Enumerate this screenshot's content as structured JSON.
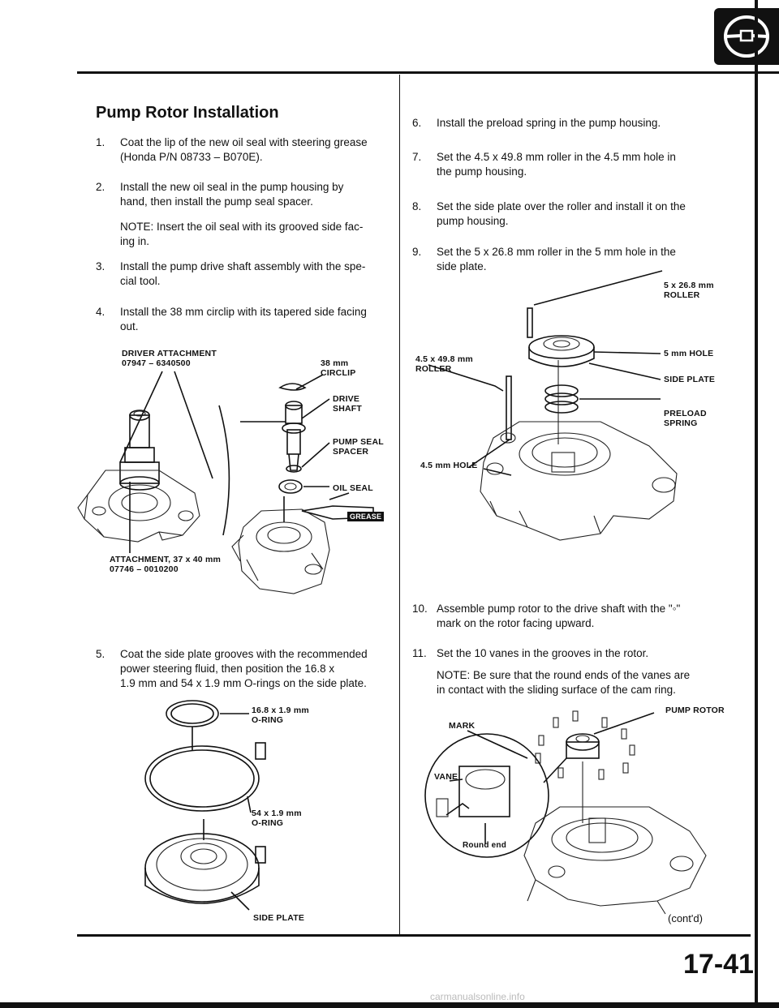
{
  "page": {
    "title": "Pump Rotor Installation",
    "page_number": "17-41",
    "continued": "(cont'd)",
    "footer": "carmanualsonline.info"
  },
  "steps_left": [
    {
      "num": "1.",
      "lines": [
        "Coat the lip of the new oil seal with steering grease",
        "(Honda P/N 08733 – B070E)."
      ]
    },
    {
      "num": "2.",
      "lines": [
        "Install the new oil seal in the pump housing by",
        "hand, then install the pump seal spacer."
      ]
    },
    {
      "num": "3.",
      "lines": [
        "Install the pump drive shaft assembly with the spe-",
        "cial tool."
      ]
    },
    {
      "num": "4.",
      "lines": [
        "Install the 38 mm circlip with its tapered side facing",
        "out."
      ]
    },
    {
      "num": "5.",
      "lines": [
        "Coat the side plate grooves with the recommended",
        "power steering fluid, then position the 16.8 x",
        "1.9 mm and 54 x 1.9 mm O-rings on the side plate."
      ]
    }
  ],
  "note_left": [
    "NOTE: Insert the oil seal with its grooved side fac-",
    "ing in."
  ],
  "steps_right": [
    {
      "num": "6.",
      "lines": [
        "Install the preload spring in the pump housing."
      ]
    },
    {
      "num": "7.",
      "lines": [
        "Set the 4.5 x 49.8 mm roller in the 4.5 mm hole in",
        "the pump housing."
      ]
    },
    {
      "num": "8.",
      "lines": [
        "Set the side plate over the roller and install it on the",
        "pump housing."
      ]
    },
    {
      "num": "9.",
      "lines": [
        "Set the 5 x 26.8 mm roller in the 5 mm hole in the",
        "side plate."
      ]
    },
    {
      "num": "10.",
      "lines": [
        "Assemble pump rotor to the drive shaft with the \"◦\"",
        "mark on the rotor facing upward."
      ]
    },
    {
      "num": "11.",
      "lines": [
        "Set the 10 vanes in the grooves in the rotor."
      ]
    }
  ],
  "note_right": [
    "NOTE: Be sure that the round ends of the vanes are",
    "in contact with the sliding surface of the cam ring."
  ],
  "labels": {
    "driver_attachment": [
      "DRIVER ATTACHMENT",
      "07947 – 6340500"
    ],
    "circlip": [
      "38 mm",
      "CIRCLIP"
    ],
    "drive_shaft": [
      "DRIVE",
      "SHAFT"
    ],
    "pump_seal_spacer": [
      "PUMP SEAL",
      "SPACER"
    ],
    "oil_seal": "OIL SEAL",
    "grease": "GREASE",
    "attachment": [
      "ATTACHMENT, 37 x 40 mm",
      "07746 – 0010200"
    ],
    "oring_small": [
      "16.8 x 1.9 mm",
      "O-RING"
    ],
    "oring_large": [
      "54 x 1.9 mm",
      "O-RING"
    ],
    "side_plate_left": "SIDE PLATE",
    "roller_5": [
      "5 x 26.8 mm",
      "ROLLER"
    ],
    "hole_5": "5 mm HOLE",
    "roller_45": [
      "4.5 x 49.8 mm",
      "ROLLER"
    ],
    "side_plate_right": "SIDE PLATE",
    "preload_spring": [
      "PRELOAD",
      "SPRING"
    ],
    "hole_45": "4.5 mm HOLE",
    "pump_rotor": "PUMP ROTOR",
    "mark": "MARK",
    "vane": "VANE",
    "round_end": "Round end"
  }
}
